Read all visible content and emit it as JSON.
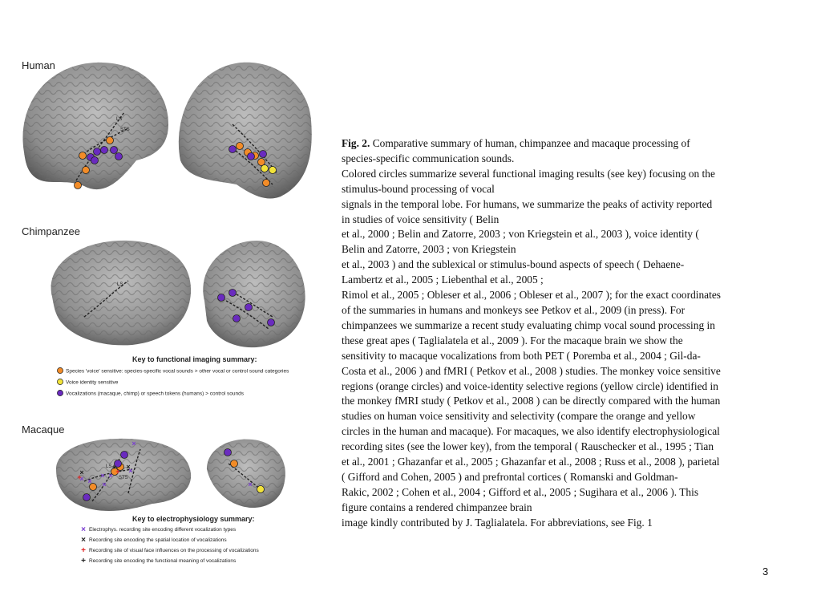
{
  "figure": {
    "labels": {
      "human": "Human",
      "chimpanzee": "Chimpanzee",
      "macaque": "Macaque"
    },
    "sulcus_tags": {
      "ls": "LS",
      "sts": "STS"
    },
    "imaging_key": {
      "title": "Key to functional imaging summary:",
      "items": [
        {
          "color": "#f28c28",
          "text": "Species 'voice' sensitive: species-specific vocal sounds > other vocal or control sound categories"
        },
        {
          "color": "#f2e33a",
          "text": "Voice identity sensitive"
        },
        {
          "color": "#6a2bbf",
          "text": "Vocalizations (macaque, chimp) or speech tokens (humans) > control sounds"
        }
      ]
    },
    "ephys_key": {
      "title": "Key to electrophysiology summary:",
      "items": [
        {
          "symbol": "×",
          "color": "#7a3fd0",
          "text": "Electrophys. recording site encoding different vocalization types"
        },
        {
          "symbol": "×",
          "color": "#222222",
          "text": "Recording site encoding the spatial location of vocalizations"
        },
        {
          "symbol": "+",
          "color": "#e02020",
          "text": "Recording site of visual face influences on the processing of vocalizations"
        },
        {
          "symbol": "+",
          "color": "#222222",
          "text": "Recording site encoding the functional meaning of vocalizations"
        }
      ]
    }
  },
  "caption": {
    "label": "Fig. 2.",
    "first_line_rest": " Comparative summary of human, chimpanzee and macaque processing of",
    "lines": [
      "species-specific communication sounds.",
      "Colored circles summarize several functional imaging results (see key) focusing on the",
      "stimulus-bound processing of vocal",
      "signals in the temporal lobe. For humans, we summarize the peaks of activity reported",
      "in studies of voice sensitivity ( Belin",
      "et al., 2000 ; Belin and Zatorre, 2003 ; von Kriegstein et al., 2003 ), voice identity (",
      "Belin and Zatorre, 2003 ; von Kriegstein",
      "et al., 2003 ) and the sublexical or stimulus-bound aspects of speech ( Dehaene-",
      "Lambertz et al., 2005 ; Liebenthal et al., 2005 ;",
      "Rimol et al., 2005 ; Obleser et al., 2006 ; Obleser et al., 2007 ); for the exact coordinates",
      "of the summaries in humans and monkeys see Petkov et al., 2009 (in press). For",
      "chimpanzees we summarize a recent study evaluating chimp vocal sound processing in",
      "these great apes ( Taglialatela et al., 2009 ). For the macaque brain we show the",
      "sensitivity to macaque vocalizations from both PET ( Poremba et al., 2004 ; Gil-da-",
      "Costa et al., 2006 ) and fMRI ( Petkov et al., 2008 ) studies. The monkey voice sensitive",
      "regions (orange circles) and voice-identity selective regions (yellow circle) identified in",
      "the monkey fMRI study ( Petkov et al., 2008 ) can be directly compared with the human",
      "studies on human voice sensitivity and selectivity (compare the orange and yellow",
      "circles in the human and macaque). For macaques, we also identify electrophysiological",
      "recording sites (see the lower key), from the temporal ( Rauschecker et al., 1995 ; Tian",
      "et al., 2001 ; Ghazanfar et al., 2005 ; Ghazanfar et al., 2008 ; Russ et al., 2008 ), parietal",
      "( Gifford and Cohen, 2005 ) and prefrontal cortices ( Romanski and Goldman-",
      "Rakic, 2002 ; Cohen et al., 2004 ; Gifford et al., 2005 ; Sugihara et al., 2006 ). This",
      "figure contains a rendered chimpanzee brain",
      "image kindly contributed by J. Taglialatela. For abbreviations, see Fig. 1"
    ]
  },
  "page_number": "3"
}
